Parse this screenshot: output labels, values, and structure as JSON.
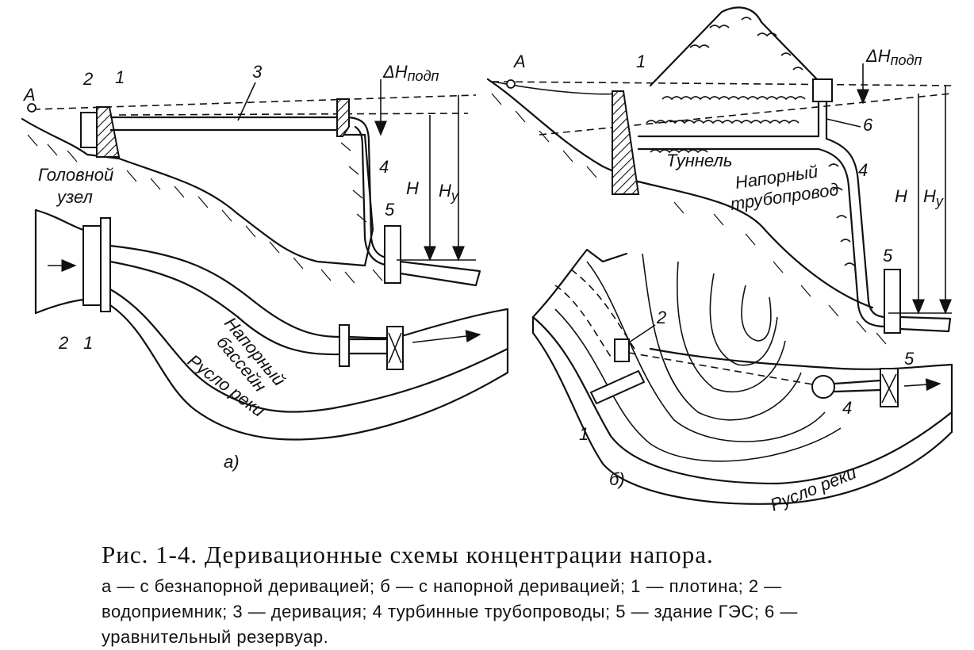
{
  "diagram_a": {
    "point_a": "A",
    "label_intake": "2",
    "label_dam": "1",
    "label_derivation": "3",
    "label_pipe": "4",
    "label_plant": "5",
    "label_delta_h": "ΔH",
    "label_delta_h_sub": "подп",
    "label_h": "H",
    "label_hy": "H",
    "label_hy_sub": "y",
    "headworks_line1": "Головной",
    "headworks_line2": "узел",
    "plan_label_2": "2",
    "plan_label_1": "1",
    "basin_line1": "Напорный",
    "basin_line2": "бассейн",
    "river_bed": "Русло реки",
    "sublabel": "а)"
  },
  "diagram_b": {
    "point_a": "A",
    "label_dam": "1",
    "label_tank": "6",
    "label_pipe": "4",
    "label_plant": "5",
    "label_delta_h": "ΔH",
    "label_delta_h_sub": "подп",
    "label_h": "H",
    "label_hy": "H",
    "label_hy_sub": "y",
    "tunnel": "Туннель",
    "pipeline_line1": "Напорный",
    "pipeline_line2": "трубопровод",
    "plan_label_2": "2",
    "plan_label_1": "1",
    "plan_label_4": "4",
    "plan_label_5": "5",
    "river_bed": "Русло реки",
    "sublabel": "б)"
  },
  "caption": {
    "title": "Рис. 1-4. Деривационные схемы концентрации напора.",
    "body": "а — с безнапорной деривацией; б — с напорной деривацией; 1 — плотина; 2 — водоприемник; 3 — деривация; 4 турбинные трубопроводы; 5 — здание ГЭС; 6 — уравнительный резервуар."
  }
}
